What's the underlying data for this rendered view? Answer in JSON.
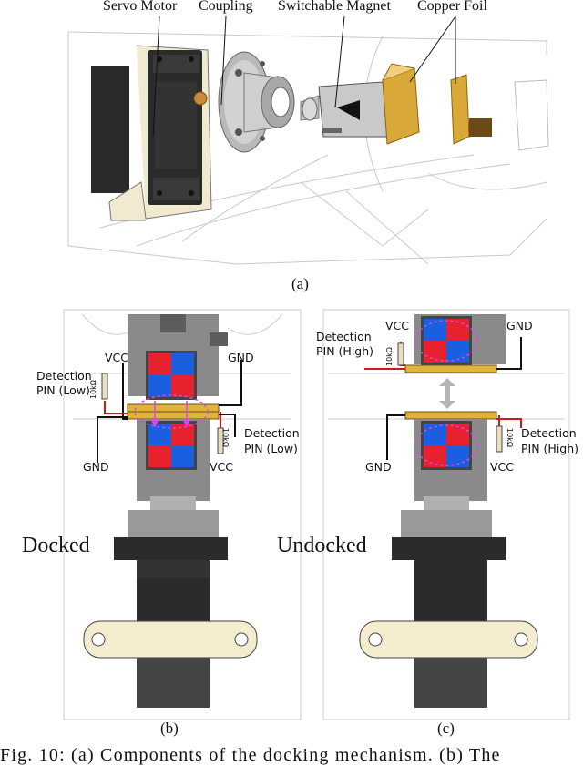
{
  "labels_a": {
    "servo_motor": "Servo Motor",
    "coupling": "Coupling",
    "switchable_magnet": "Switchable Magnet",
    "copper_foil": "Copper Foil"
  },
  "panel_letters": {
    "a": "(a)",
    "b": "(b)",
    "c": "(c)"
  },
  "panel_b": {
    "state": "Docked",
    "vcc_top": "VCC",
    "gnd_top": "GND",
    "detection_left_line1": "Detection",
    "detection_left_line2": "PIN (Low)",
    "resistor_left": "10kΩ",
    "detection_right_line1": "Detection",
    "detection_right_line2": "PIN (Low)",
    "resistor_right": "10kΩ",
    "gnd_bottom": "GND",
    "vcc_bottom": "VCC"
  },
  "panel_c": {
    "state": "Undocked",
    "detection_top_line1": "Detection",
    "detection_top_line2": "PIN (High)",
    "vcc_top": "VCC",
    "gnd_top": "GND",
    "resistor_top": "10kΩ",
    "detection_bottom_line1": "Detection",
    "detection_bottom_line2": "PIN (High)",
    "resistor_bottom": "10kΩ",
    "gnd_bottom": "GND",
    "vcc_bottom": "VCC"
  },
  "caption": "Fig. 10: (a) Components of the docking mechanism. (b) The",
  "colors": {
    "magnet_red": "#e8212e",
    "magnet_blue": "#1a5fe0",
    "copper": "#e0b43a",
    "wire_red": "#cc1a1a",
    "wire_black": "#111111",
    "field_line": "#d946ef",
    "arrow_gray": "#b5b5b5"
  }
}
